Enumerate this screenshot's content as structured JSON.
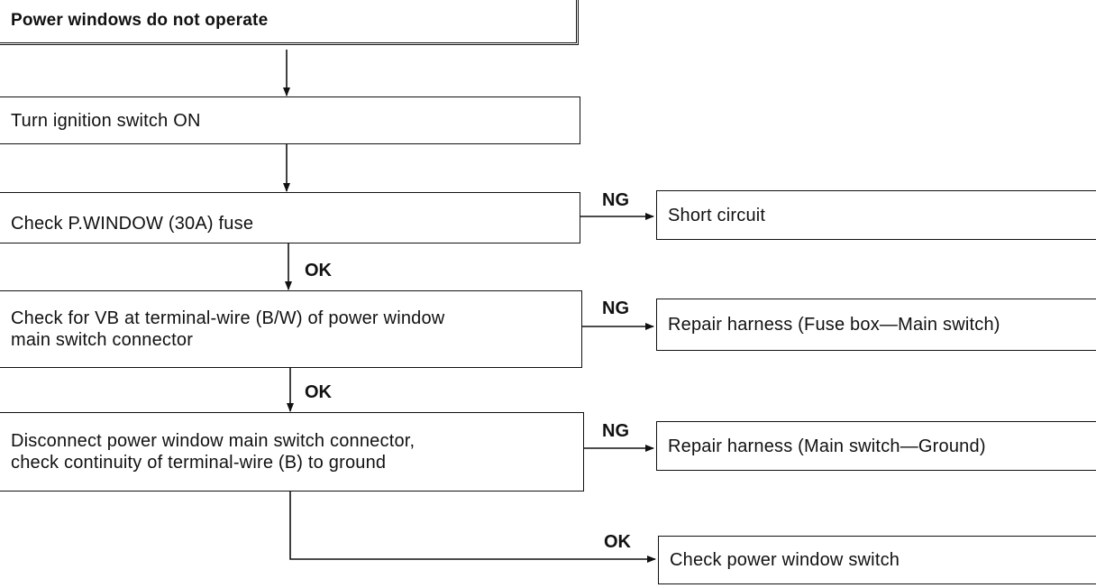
{
  "nodes": {
    "start": "Power windows do not operate",
    "ignition": "Turn ignition switch ON",
    "fuse": "Check P.WINDOW (30A) fuse",
    "vb": [
      "Check for VB at terminal-wire (B/W) of power window",
      "main switch connector"
    ],
    "disconnect": [
      "Disconnect power window main switch connector,",
      "check continuity of terminal-wire (B) to ground"
    ],
    "short": "Short circuit",
    "repair1": "Repair harness (Fuse box—Main switch)",
    "repair2": "Repair harness (Main switch—Ground)",
    "check_switch": "Check power window switch"
  },
  "labels": {
    "ng": "NG",
    "ok": "OK"
  },
  "colors": {
    "ink": "#111111",
    "paper": "#ffffff"
  }
}
